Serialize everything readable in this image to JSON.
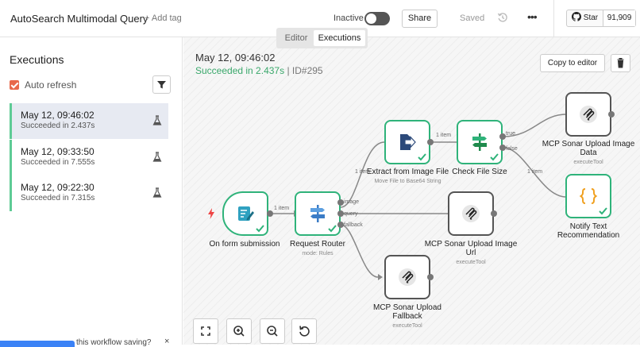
{
  "header": {
    "title": "AutoSearch Multimodal Query",
    "add_tag": "+ Add tag",
    "active_label": "Inactive",
    "share": "Share",
    "saved": "Saved",
    "more": "•••",
    "star_label": "Star",
    "star_count": "91,909"
  },
  "mode_tabs": {
    "editor": "Editor",
    "executions": "Executions"
  },
  "sidebar": {
    "title": "Executions",
    "auto_refresh": "Auto refresh",
    "items": [
      {
        "time": "May 12, 09:46:02",
        "status": "Succeeded in 2.437s"
      },
      {
        "time": "May 12, 09:33:50",
        "status": "Succeeded in 7.555s"
      },
      {
        "time": "May 12, 09:22:30",
        "status": "Succeeded in 7.315s"
      }
    ]
  },
  "toast": {
    "text": "this workflow saving?",
    "close": "×"
  },
  "run": {
    "time": "May 12, 09:46:02",
    "status": "Succeeded in 2.437s",
    "sep": "|",
    "id": "ID#295",
    "copy": "Copy to editor"
  },
  "nodes": {
    "form": {
      "label": "On form submission"
    },
    "router": {
      "label": "Request Router",
      "sub": "mode: Rules"
    },
    "extract": {
      "label": "Extract from Image File",
      "sub": "Move File to Base64 String"
    },
    "check": {
      "label": "Check File Size"
    },
    "upload_data": {
      "label": "MCP Sonar Upload Image Data",
      "sub": "executeTool"
    },
    "notify": {
      "label": "Notify Text Recommendation"
    },
    "upload_url": {
      "label": "MCP Sonar Upload Image Url",
      "sub": "executeTool"
    },
    "fallback": {
      "label": "MCP Sonar Upload Fallback",
      "sub": "executeTool"
    }
  },
  "edges": {
    "form_router": "1 item",
    "router_extract": "1 item",
    "extract_check": "1 item",
    "check_notify": "1 item",
    "out_image": "image",
    "out_query": "query",
    "out_fallback": "fallback",
    "out_true": "true",
    "out_false": "false"
  },
  "colors": {
    "success": "#2fb37a",
    "accent": "#e8694b",
    "toast": "#3b82f6"
  }
}
